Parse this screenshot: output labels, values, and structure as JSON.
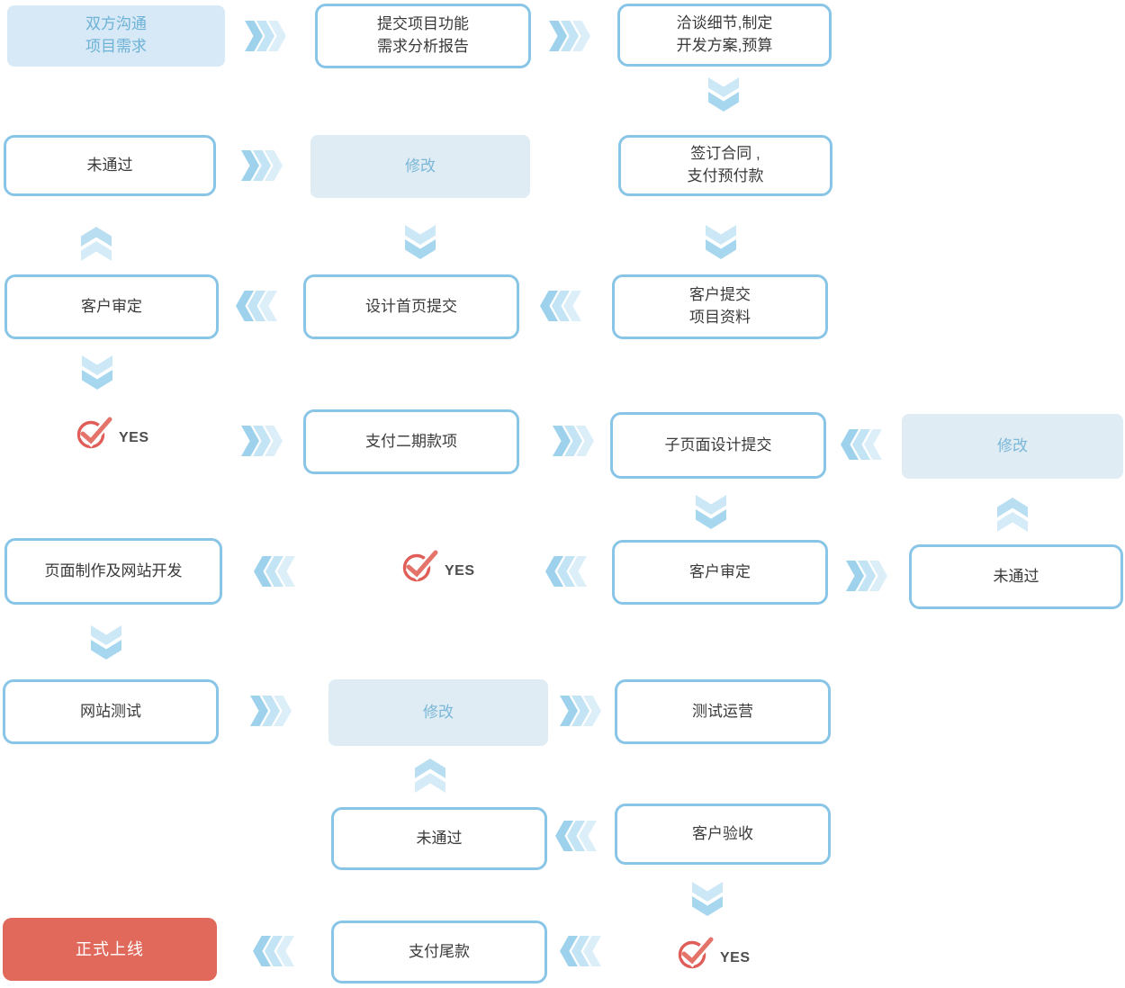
{
  "diagram": {
    "type": "flowchart",
    "language": "zh-CN",
    "topic": "website development workflow"
  },
  "colors": {
    "box_border": "#89c5e6",
    "box_text": "#3a3a3a",
    "filled_bg": "#dfecf4",
    "filled_start_bg": "#d7e9f6",
    "filled_text": "#7ab7d8",
    "accent_bg": "#e0695b",
    "accent_text": "#ffffff",
    "arrow_dark": "#9ed2ec",
    "arrow_mid": "#c3e4f4",
    "arrow_light": "#dceff9",
    "yes_red": "#e05d58",
    "yes_label_text": "#4d4d4d"
  },
  "icons": {
    "arrow_right": "triple-chevron-right",
    "arrow_left": "triple-chevron-left",
    "arrow_down": "double-chevron-down",
    "arrow_up": "double-chevron-up",
    "yes_mark": "check-circle"
  },
  "labels": {
    "yes": "YES"
  },
  "nodes": {
    "start": {
      "label": "双方沟通\n项目需求"
    },
    "submit_report": {
      "label": "提交项目功能\n需求分析报告"
    },
    "negotiate": {
      "label": "洽谈细节,制定\n开发方案,预算"
    },
    "not_passed_1": {
      "label": "未通过"
    },
    "revise_1": {
      "label": "修改"
    },
    "sign_contract": {
      "label": "签订合同 ,\n支付预付款"
    },
    "client_review_1": {
      "label": "客户审定"
    },
    "submit_homepage": {
      "label": "设计首页提交"
    },
    "client_materials": {
      "label": "客户提交\n项目资料"
    },
    "pay_phase2": {
      "label": "支付二期款项"
    },
    "submit_subpages": {
      "label": "子页面设计提交"
    },
    "revise_2": {
      "label": "修改"
    },
    "page_dev": {
      "label": "页面制作及网站开发"
    },
    "client_review_2": {
      "label": "客户审定"
    },
    "not_passed_2": {
      "label": "未通过"
    },
    "site_test": {
      "label": "网站测试"
    },
    "revise_3": {
      "label": "修改"
    },
    "test_ops": {
      "label": "测试运营"
    },
    "not_passed_3": {
      "label": "未通过"
    },
    "client_accept": {
      "label": "客户验收"
    },
    "launch": {
      "label": "正式上线"
    },
    "pay_final": {
      "label": "支付尾款"
    }
  }
}
